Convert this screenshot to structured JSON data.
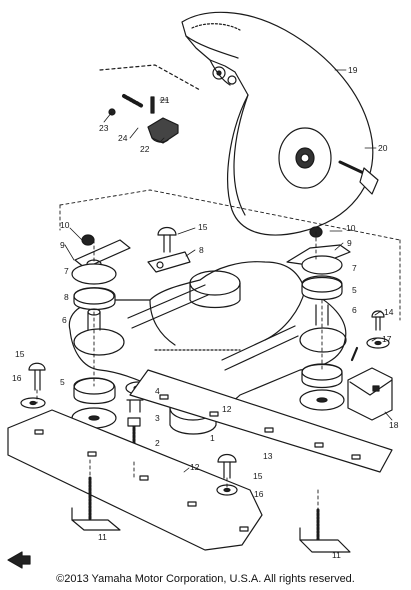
{
  "diagram": {
    "callouts": [
      {
        "id": "c1",
        "label": "1"
      },
      {
        "id": "c2",
        "label": "2"
      },
      {
        "id": "c3",
        "label": "3"
      },
      {
        "id": "c4",
        "label": "4"
      },
      {
        "id": "c5a",
        "label": "5"
      },
      {
        "id": "c5b",
        "label": "5"
      },
      {
        "id": "c6a",
        "label": "6"
      },
      {
        "id": "c6b",
        "label": "6"
      },
      {
        "id": "c7a",
        "label": "7"
      },
      {
        "id": "c7b",
        "label": "7"
      },
      {
        "id": "c8a",
        "label": "8"
      },
      {
        "id": "c8b",
        "label": "8"
      },
      {
        "id": "c9a",
        "label": "9"
      },
      {
        "id": "c9b",
        "label": "9"
      },
      {
        "id": "c10a",
        "label": "10"
      },
      {
        "id": "c10b",
        "label": "10"
      },
      {
        "id": "c11a",
        "label": "11"
      },
      {
        "id": "c11b",
        "label": "11"
      },
      {
        "id": "c12a",
        "label": "12"
      },
      {
        "id": "c12b",
        "label": "12"
      },
      {
        "id": "c13",
        "label": "13"
      },
      {
        "id": "c14",
        "label": "14"
      },
      {
        "id": "c15a",
        "label": "15"
      },
      {
        "id": "c15b",
        "label": "15"
      },
      {
        "id": "c15c",
        "label": "15"
      },
      {
        "id": "c16a",
        "label": "16"
      },
      {
        "id": "c16b",
        "label": "16"
      },
      {
        "id": "c17",
        "label": "17"
      },
      {
        "id": "c18",
        "label": "18"
      },
      {
        "id": "c19",
        "label": "19"
      },
      {
        "id": "c20",
        "label": "20"
      },
      {
        "id": "c21",
        "label": "21"
      },
      {
        "id": "c22",
        "label": "22"
      },
      {
        "id": "c23",
        "label": "23"
      },
      {
        "id": "c24",
        "label": "24"
      }
    ]
  },
  "footer": {
    "copyright": "©2013 Yamaha Motor Corporation, U.S.A. All rights reserved."
  }
}
